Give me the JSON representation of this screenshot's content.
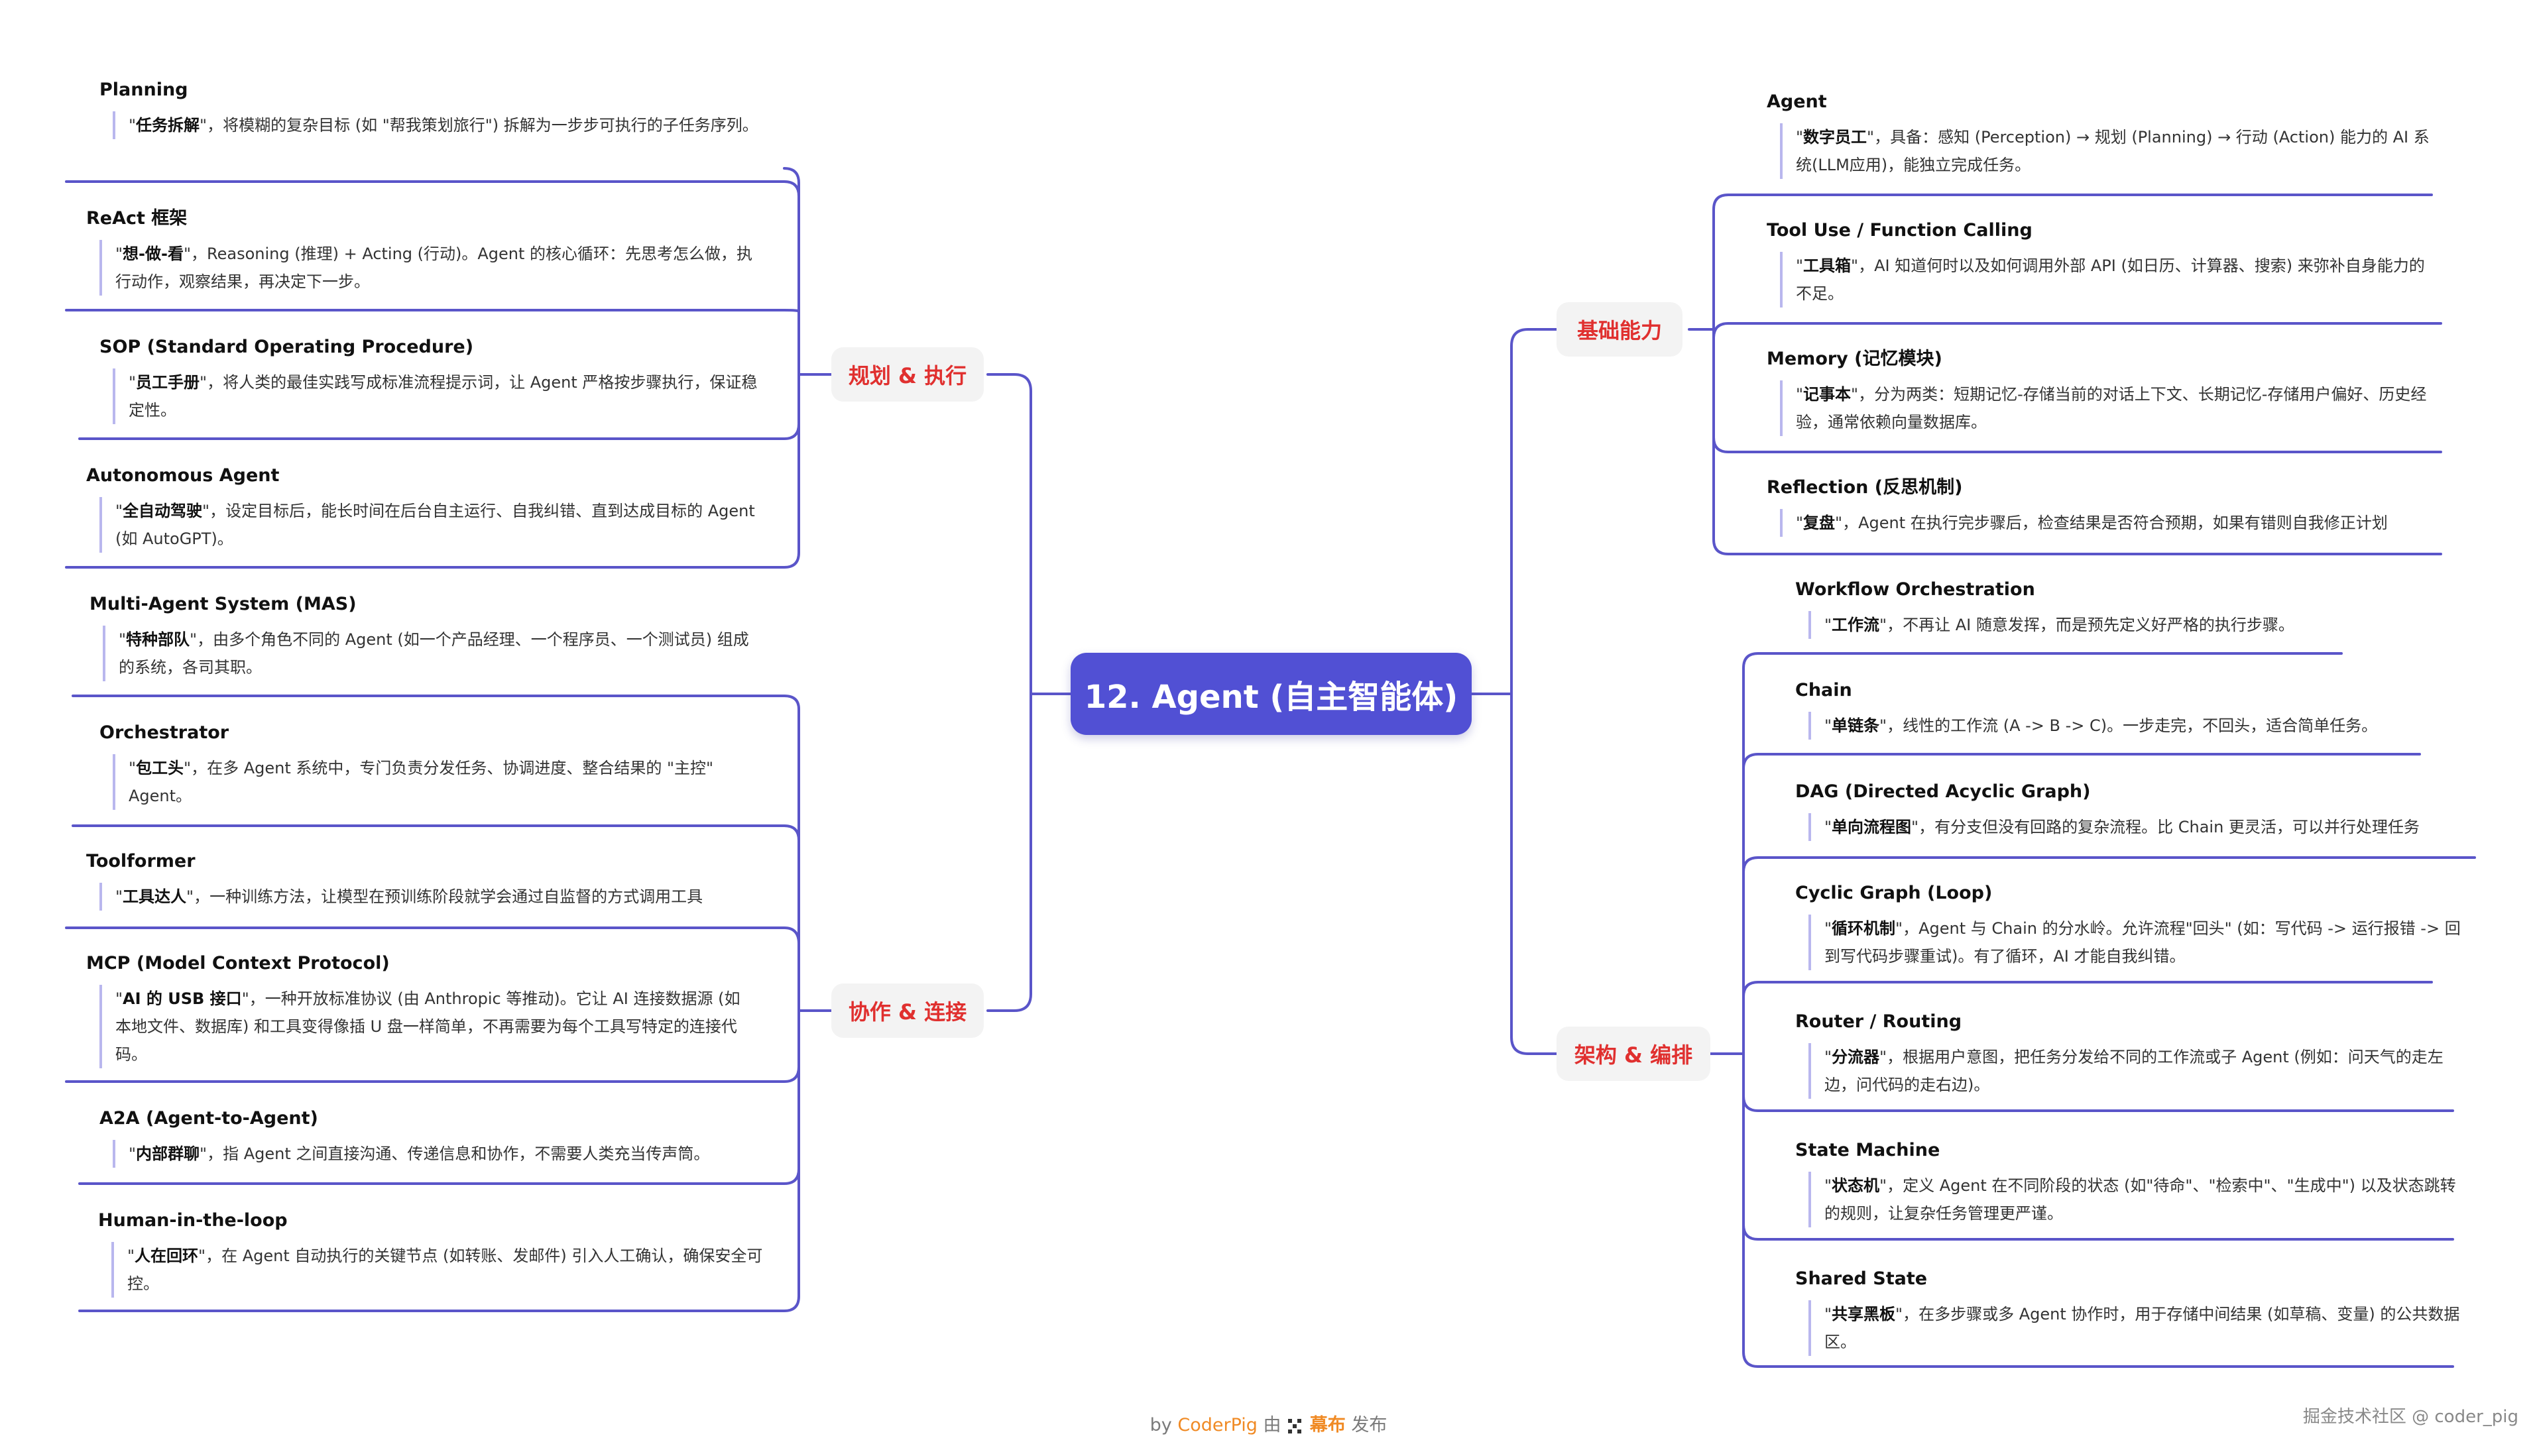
{
  "center": {
    "title": "12. Agent (自主智能体)"
  },
  "branches": {
    "left_top": "规划 & 执行",
    "left_bottom": "协作 & 连接",
    "right_top": "基础能力",
    "right_bottom": "架构 & 编排"
  },
  "leaves": [
    {
      "title": "Planning",
      "bold": "任务拆解",
      "desc": "，将模糊的复杂目标 (如 \"帮我策划旅行\") 拆解为一步步可执行的子任务序列。"
    },
    {
      "title": "ReAct 框架",
      "bold": "想-做-看",
      "desc": "，Reasoning (推理) + Acting (行动)。Agent 的核心循环：先思考怎么做，执行动作，观察结果，再决定下一步。"
    },
    {
      "title": "SOP (Standard Operating Procedure)",
      "bold": "员工手册",
      "desc": "，将人类的最佳实践写成标准流程提示词，让 Agent 严格按步骤执行，保证稳定性。"
    },
    {
      "title": "Autonomous Agent",
      "bold": "全自动驾驶",
      "desc": "，设定目标后，能长时间在后台自主运行、自我纠错、直到达成目标的 Agent (如 AutoGPT)。"
    },
    {
      "title": "Multi-Agent System (MAS)",
      "bold": "特种部队",
      "desc": "，由多个角色不同的 Agent (如一个产品经理、一个程序员、一个测试员) 组成的系统，各司其职。"
    },
    {
      "title": "Orchestrator",
      "bold": "包工头",
      "desc": "，在多 Agent 系统中，专门负责分发任务、协调进度、整合结果的 \"主控\" Agent。"
    },
    {
      "title": "Toolformer",
      "bold": "工具达人",
      "desc": "，一种训练方法，让模型在预训练阶段就学会通过自监督的方式调用工具"
    },
    {
      "title": "MCP (Model Context Protocol)",
      "bold": "AI 的 USB 接口",
      "desc": "，一种开放标准协议 (由 Anthropic 等推动)。它让 AI 连接数据源 (如本地文件、数据库) 和工具变得像插 U 盘一样简单，不再需要为每个工具写特定的连接代码。"
    },
    {
      "title": "A2A (Agent-to-Agent)",
      "bold": "内部群聊",
      "desc": "，指 Agent 之间直接沟通、传递信息和协作，不需要人类充当传声筒。"
    },
    {
      "title": "Human-in-the-loop",
      "bold": "人在回环",
      "desc": "，在 Agent 自动执行的关键节点 (如转账、发邮件) 引入人工确认，确保安全可控。"
    },
    {
      "title": "Agent",
      "bold": "数字员工",
      "desc": "，具备：感知 (Perception) → 规划 (Planning) → 行动 (Action) 能力的 AI 系统(LLM应用)，能独立完成任务。"
    },
    {
      "title": "Tool Use / Function Calling",
      "bold": "工具箱",
      "desc": "，AI 知道何时以及如何调用外部 API (如日历、计算器、搜索) 来弥补自身能力的不足。"
    },
    {
      "title": "Memory (记忆模块)",
      "bold": "记事本",
      "desc": "，分为两类：短期记忆-存储当前的对话上下文、长期记忆-存储用户偏好、历史经验，通常依赖向量数据库。"
    },
    {
      "title": "Reflection (反思机制)",
      "bold": "复盘",
      "desc": "，Agent 在执行完步骤后，检查结果是否符合预期，如果有错则自我修正计划"
    },
    {
      "title": "Workflow Orchestration",
      "bold": "工作流",
      "desc": "，不再让 AI 随意发挥，而是预先定义好严格的执行步骤。"
    },
    {
      "title": "Chain",
      "bold": "单链条",
      "desc": "，线性的工作流 (A -> B -> C)。一步走完，不回头，适合简单任务。"
    },
    {
      "title": "DAG (Directed Acyclic Graph)",
      "bold": "单向流程图",
      "desc": "，有分支但没有回路的复杂流程。比 Chain 更灵活，可以并行处理任务"
    },
    {
      "title": "Cyclic Graph (Loop)",
      "bold": "循环机制",
      "desc": "，Agent 与 Chain 的分水岭。允许流程\"回头\" (如：写代码 -> 运行报错 -> 回到写代码步骤重试)。有了循环，AI 才能自我纠错。"
    },
    {
      "title": "Router / Routing",
      "bold": "分流器",
      "desc": "，根据用户意图，把任务分发给不同的工作流或子 Agent (例如：问天气的走左边，问代码的走右边)。"
    },
    {
      "title": "State Machine",
      "bold": "状态机",
      "desc": "，定义 Agent 在不同阶段的状态 (如\"待命\"、\"检索中\"、\"生成中\") 以及状态跳转的规则，让复杂任务管理更严谨。"
    },
    {
      "title": "Shared State",
      "bold": "共享黑板",
      "desc": "，在多步骤或多 Agent 协作时，用于存储中间结果 (如草稿、变量) 的公共数据区。"
    }
  ],
  "footer": {
    "by": "by",
    "author": "CoderPig",
    "via": "由",
    "brand": "幕布",
    "publish": "发布"
  },
  "watermark": "掘金技术社区 @ coder_pig",
  "colors": {
    "line": "#5a55c9",
    "center": "#5150d4",
    "branch_text": "#e0302f",
    "desc_bar": "#b9b7ee"
  }
}
